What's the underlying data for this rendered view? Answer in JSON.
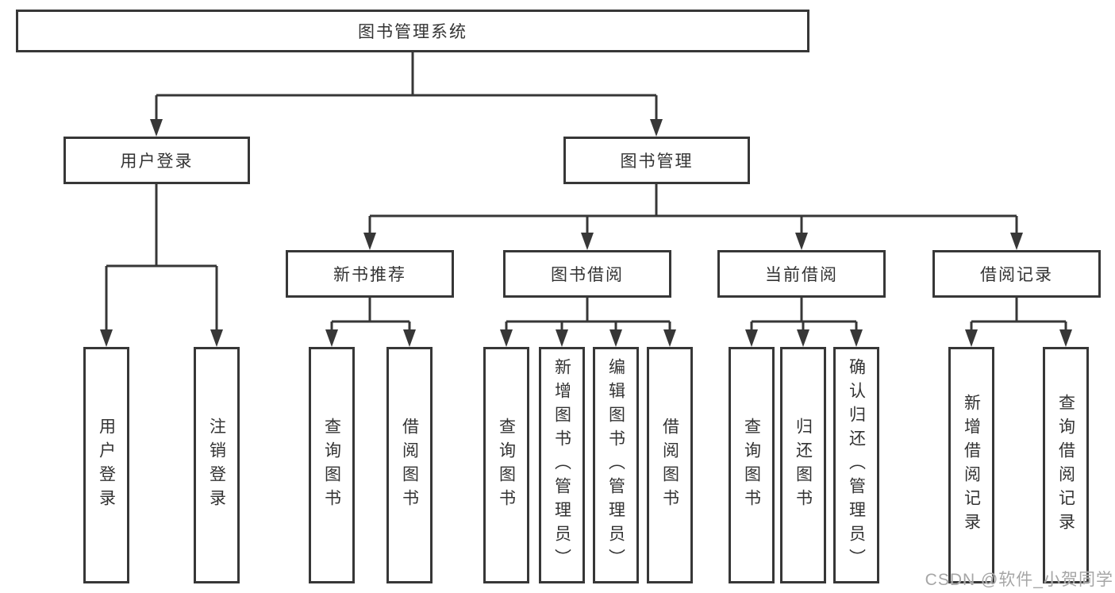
{
  "tree": {
    "root": {
      "label": "图书管理系统"
    },
    "branches": [
      {
        "label": "用户登录",
        "children": [
          {
            "label": "用户登录"
          },
          {
            "label": "注销登录"
          }
        ]
      },
      {
        "label": "图书管理",
        "children": [
          {
            "label": "新书推荐",
            "children": [
              {
                "label": "查询图书"
              },
              {
                "label": "借阅图书"
              }
            ]
          },
          {
            "label": "图书借阅",
            "children": [
              {
                "label": "查询图书"
              },
              {
                "label": "新增图书（管理员）"
              },
              {
                "label": "编辑图书（管理员）"
              },
              {
                "label": "借阅图书"
              }
            ]
          },
          {
            "label": "当前借阅",
            "children": [
              {
                "label": "查询图书"
              },
              {
                "label": "归还图书"
              },
              {
                "label": "确认归还（管理员）"
              }
            ]
          },
          {
            "label": "借阅记录",
            "children": [
              {
                "label": "新增借阅记录"
              },
              {
                "label": "查询借阅记录"
              }
            ]
          }
        ]
      }
    ]
  },
  "colors": {
    "line": "#373737",
    "text": "#333333",
    "watermark": "#a6a6a6"
  },
  "watermark": "CSDN @软件_小贺同学"
}
